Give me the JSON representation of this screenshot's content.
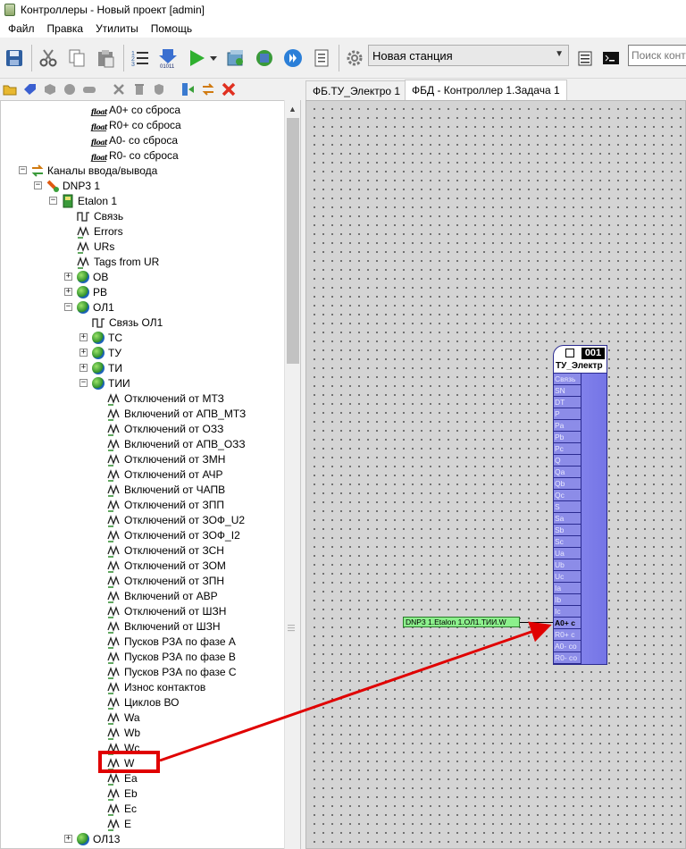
{
  "window": {
    "title": "Контроллеры - Новый проект [admin]"
  },
  "menu": [
    "Файл",
    "Правка",
    "Утилиты",
    "Помощь"
  ],
  "toolbar": {
    "station": "Новая станция",
    "search_placeholder": "Поиск конт",
    "icons": [
      "save-icon",
      "cut-icon",
      "copy-icon",
      "paste-icon",
      "numbered-list-icon",
      "download-icon",
      "run-icon",
      "run-dropdown-icon",
      "server-icon",
      "sync-icon",
      "play-circle-icon",
      "document-icon",
      "gear-icon",
      "list-icon",
      "terminal-icon"
    ]
  },
  "tabs": [
    {
      "label": "ФБ.ТУ_Электро 1",
      "active": false
    },
    {
      "label": "ФБД - Контроллер 1.Задача 1",
      "active": true
    }
  ],
  "tree": [
    {
      "label": "A0+ со сброса",
      "level": 5,
      "icon": "float"
    },
    {
      "label": "R0+ со сброса",
      "level": 5,
      "icon": "float"
    },
    {
      "label": "A0- со сброса",
      "level": 5,
      "icon": "float"
    },
    {
      "label": "R0- со сброса",
      "level": 5,
      "icon": "float"
    },
    {
      "label": "Каналы ввода/вывода",
      "level": 1,
      "icon": "io",
      "exp": "-"
    },
    {
      "label": "DNP3 1",
      "level": 2,
      "icon": "dnp",
      "exp": "-"
    },
    {
      "label": "Etalon 1",
      "level": 3,
      "icon": "device",
      "exp": "-"
    },
    {
      "label": "Связь",
      "level": 4,
      "icon": "signal"
    },
    {
      "label": "Errors",
      "level": 4,
      "icon": "wave"
    },
    {
      "label": "URs",
      "level": 4,
      "icon": "wave"
    },
    {
      "label": "Tags from UR",
      "level": 4,
      "icon": "wave"
    },
    {
      "label": "ОВ",
      "level": 4,
      "icon": "ball",
      "exp": "+"
    },
    {
      "label": "РВ",
      "level": 4,
      "icon": "ball",
      "exp": "+"
    },
    {
      "label": "ОЛ1",
      "level": 4,
      "icon": "ball",
      "exp": "-"
    },
    {
      "label": "Связь ОЛ1",
      "level": 5,
      "icon": "signal"
    },
    {
      "label": "ТС",
      "level": 5,
      "icon": "ball",
      "exp": "+"
    },
    {
      "label": "ТУ",
      "level": 5,
      "icon": "ball",
      "exp": "+"
    },
    {
      "label": "ТИ",
      "level": 5,
      "icon": "ball",
      "exp": "+"
    },
    {
      "label": "ТИИ",
      "level": 5,
      "icon": "ball",
      "exp": "-"
    },
    {
      "label": "Отключений от МТЗ",
      "level": 6,
      "icon": "wave"
    },
    {
      "label": "Включений от АПВ_МТЗ",
      "level": 6,
      "icon": "wave"
    },
    {
      "label": "Отключений от ОЗЗ",
      "level": 6,
      "icon": "wave"
    },
    {
      "label": "Включений от АПВ_ОЗЗ",
      "level": 6,
      "icon": "wave"
    },
    {
      "label": "Отключений от ЗМН",
      "level": 6,
      "icon": "wave"
    },
    {
      "label": "Отключений от АЧР",
      "level": 6,
      "icon": "wave"
    },
    {
      "label": "Включений от ЧАПВ",
      "level": 6,
      "icon": "wave"
    },
    {
      "label": "Отключений от ЗПП",
      "level": 6,
      "icon": "wave"
    },
    {
      "label": "Отключений от ЗОФ_U2",
      "level": 6,
      "icon": "wave"
    },
    {
      "label": "Отключений от ЗОФ_I2",
      "level": 6,
      "icon": "wave"
    },
    {
      "label": "Отключений от ЗСН",
      "level": 6,
      "icon": "wave"
    },
    {
      "label": "Отключений от ЗОМ",
      "level": 6,
      "icon": "wave"
    },
    {
      "label": "Отключений от ЗПН",
      "level": 6,
      "icon": "wave"
    },
    {
      "label": "Включений от АВР",
      "level": 6,
      "icon": "wave"
    },
    {
      "label": "Отключений от ШЗН",
      "level": 6,
      "icon": "wave"
    },
    {
      "label": "Включений от ШЗН",
      "level": 6,
      "icon": "wave"
    },
    {
      "label": "Пусков РЗА по фазе А",
      "level": 6,
      "icon": "wave"
    },
    {
      "label": "Пусков РЗА по фазе В",
      "level": 6,
      "icon": "wave"
    },
    {
      "label": "Пусков РЗА по фазе С",
      "level": 6,
      "icon": "wave"
    },
    {
      "label": "Износ контактов",
      "level": 6,
      "icon": "wave"
    },
    {
      "label": "Циклов ВО",
      "level": 6,
      "icon": "wave"
    },
    {
      "label": "Wa",
      "level": 6,
      "icon": "wave"
    },
    {
      "label": "Wb",
      "level": 6,
      "icon": "wave"
    },
    {
      "label": "Wc",
      "level": 6,
      "icon": "wave"
    },
    {
      "label": "W",
      "level": 6,
      "icon": "wave"
    },
    {
      "label": "Ea",
      "level": 6,
      "icon": "wave"
    },
    {
      "label": "Eb",
      "level": 6,
      "icon": "wave"
    },
    {
      "label": "Ec",
      "level": 6,
      "icon": "wave"
    },
    {
      "label": "E",
      "level": 6,
      "icon": "wave"
    },
    {
      "label": "ОЛ13",
      "level": 4,
      "icon": "ball",
      "exp": "+"
    }
  ],
  "fb_block": {
    "number": "001",
    "name": "ТУ_Электр",
    "pins": [
      "Связь",
      "SN",
      "DT",
      "P",
      "Pa",
      "Pb",
      "Pc",
      "Q",
      "Qa",
      "Qb",
      "Qc",
      "S",
      "Sa",
      "Sb",
      "Sc",
      "Ua",
      "Ub",
      "Uc",
      "Ia",
      "Ib",
      "Ic",
      "A0+ с",
      "R0+ с",
      "A0- со",
      "R0- со"
    ],
    "bound_pin": "A0+ с"
  },
  "link_tag": "DNP3 1.Etalon 1.ОЛ1.ТИИ.W",
  "colors": {
    "highlight": "#e00000",
    "fb_body": "#8080ec",
    "link_tag": "#8cf08c"
  }
}
